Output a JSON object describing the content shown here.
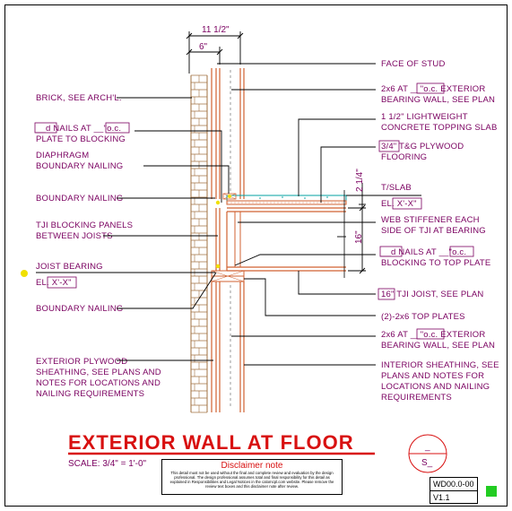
{
  "dims": {
    "overall": "11 1/2\"",
    "stud": "6\"",
    "topping": "2 1/4\"",
    "joist_depth": "16\""
  },
  "left_labels": [
    {
      "key": "brick",
      "lines": [
        "BRICK, SEE ARCH'L."
      ]
    },
    {
      "key": "nails_plate",
      "lines": [
        "__d NAILS AT __\"o.c.",
        "PLATE TO BLOCKING"
      ]
    },
    {
      "key": "diaphragm",
      "lines": [
        "DIAPHRAGM",
        "BOUNDARY NAILING"
      ]
    },
    {
      "key": "boundary1",
      "lines": [
        "BOUNDARY NAILING"
      ]
    },
    {
      "key": "tji_blocking",
      "lines": [
        "TJI BLOCKING PANELS",
        "BETWEEN JOISTS"
      ]
    },
    {
      "key": "joist_bearing",
      "lines": [
        "JOIST BEARING",
        "EL. X'-X\""
      ]
    },
    {
      "key": "boundary2",
      "lines": [
        "BOUNDARY NAILING"
      ]
    },
    {
      "key": "ext_ply",
      "lines": [
        "EXTERIOR PLYWOOD",
        "SHEATHING, SEE PLANS AND",
        "NOTES FOR LOCATIONS AND",
        "NAILING REQUIREMENTS"
      ]
    }
  ],
  "right_labels": [
    {
      "key": "face_stud",
      "lines": [
        "FACE OF STUD"
      ]
    },
    {
      "key": "wall_top",
      "lines": [
        "2x6 AT __\"o.c. EXTERIOR",
        "BEARING WALL, SEE PLAN"
      ]
    },
    {
      "key": "slab",
      "lines": [
        "1 1/2\" LIGHTWEIGHT",
        "CONCRETE TOPPING SLAB"
      ]
    },
    {
      "key": "plywood",
      "lines": [
        "3/4\" T&G PLYWOOD",
        "FLOORING"
      ]
    },
    {
      "key": "tslab",
      "lines": [
        "T/SLAB",
        "EL. X'-X\""
      ]
    },
    {
      "key": "stiffener",
      "lines": [
        "WEB STIFFENER EACH",
        "SIDE OF TJI AT BEARING"
      ]
    },
    {
      "key": "nails_blocking",
      "lines": [
        "__d NAILS AT __\"o.c.",
        "BLOCKING TO TOP PLATE"
      ]
    },
    {
      "key": "tji_joist",
      "lines": [
        "16\" TJI JOIST, SEE PLAN"
      ]
    },
    {
      "key": "top_plates",
      "lines": [
        "(2)-2x6 TOP PLATES"
      ]
    },
    {
      "key": "wall_bottom",
      "lines": [
        "2x6 AT __\"o.c. EXTERIOR",
        "BEARING WALL, SEE PLAN"
      ]
    },
    {
      "key": "int_sheath",
      "lines": [
        "INTERIOR SHEATHING, SEE",
        "PLANS AND NOTES FOR",
        "LOCATIONS AND NAILING",
        "REQUIREMENTS"
      ]
    }
  ],
  "title": "EXTERIOR WALL AT FLOOR",
  "scale": "SCALE: 3/4\" = 1'-0\"",
  "section_marker": {
    "top": "_",
    "bottom": "S_"
  },
  "disclaimer": {
    "title": "Disclaimer note",
    "text": "This detail must not be used without the final and complete review and evaluation by the design professional. The design professional assumes total and final responsibility for this detail as explained in Responsibilities and Legal Notices in the calomcpl.com website. Please remove the review text boxes and this disclaimer note after review."
  },
  "sheet": {
    "id": "WD00.0-00",
    "version": "V1.1"
  },
  "colors": {
    "label": "#7a0060",
    "title": "#d81010",
    "wood": "#d06030",
    "brick": "#a07040",
    "slab": "#00a0a0"
  }
}
